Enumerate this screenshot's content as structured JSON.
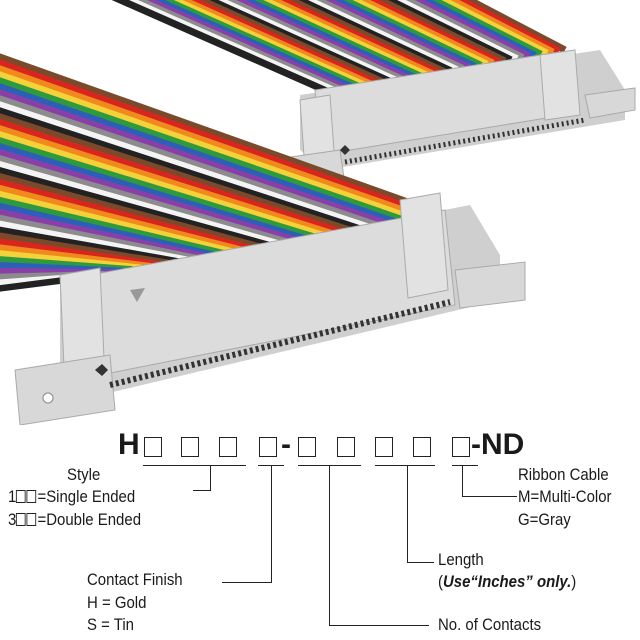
{
  "colors": {
    "stripes": [
      "#7a4a2a",
      "#d8261f",
      "#f08a1c",
      "#f3d23a",
      "#2e9a3e",
      "#2e5fb8",
      "#8a3fa8",
      "#8c8c8c",
      "#f4f4f4",
      "#222222"
    ],
    "connector": "#d6d6d6",
    "connector_shade": "#b5b5b5"
  },
  "part_number": {
    "prefix": "H",
    "dash": "-",
    "suffix": "-ND"
  },
  "style": {
    "title": "Style",
    "opt1_prefix": "1",
    "opt1_text": "=Single Ended",
    "opt2_prefix": "3",
    "opt2_text": "=Double Ended"
  },
  "contact_finish": {
    "title": "Contact Finish",
    "opt1": "H = Gold",
    "opt2": "S = Tin"
  },
  "contacts": {
    "title": "No. of Contacts"
  },
  "length": {
    "title": "Length",
    "note_open": "(",
    "note": "Use“Inches” only.",
    "note_close": ")"
  },
  "ribbon": {
    "title": "Ribbon Cable",
    "opt1": "M=Multi-Color",
    "opt2": "G=Gray"
  }
}
